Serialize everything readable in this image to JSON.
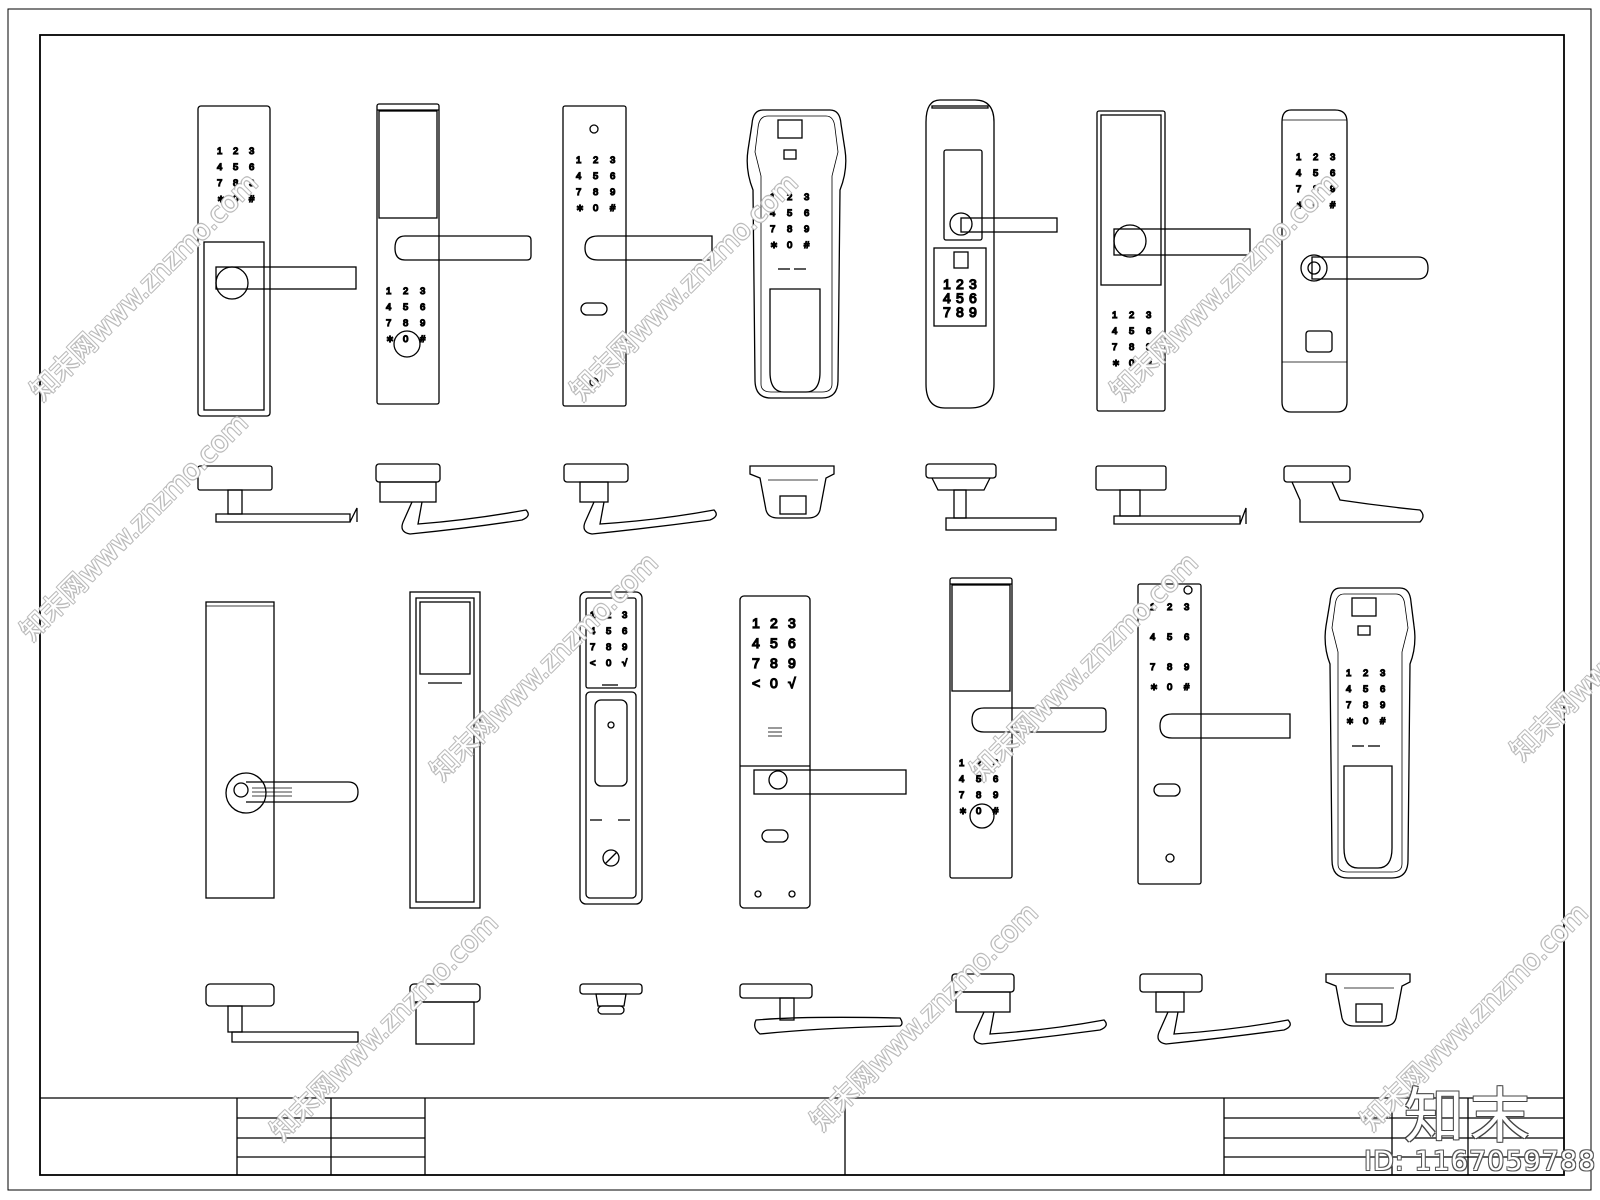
{
  "keypad": {
    "three_col": [
      "1",
      "2",
      "3",
      "4",
      "5",
      "6",
      "7",
      "8",
      "9",
      "∗",
      "0",
      "#"
    ],
    "three_col_confirm": [
      "1",
      "2",
      "3",
      "4",
      "5",
      "6",
      "7",
      "8",
      "9",
      "<",
      "0",
      "√"
    ],
    "three_col_compact": [
      "1",
      "2",
      "3",
      "4",
      "5",
      "6",
      "7",
      "8",
      "9"
    ]
  },
  "watermark": {
    "site": "知末网www.znzmo.com",
    "brand": "知末",
    "id": "ID: 1167059788"
  },
  "icons": {
    "screw": "screw-icon",
    "fingerprint": "fingerprint-icon",
    "keyhole": "keyhole-icon"
  }
}
